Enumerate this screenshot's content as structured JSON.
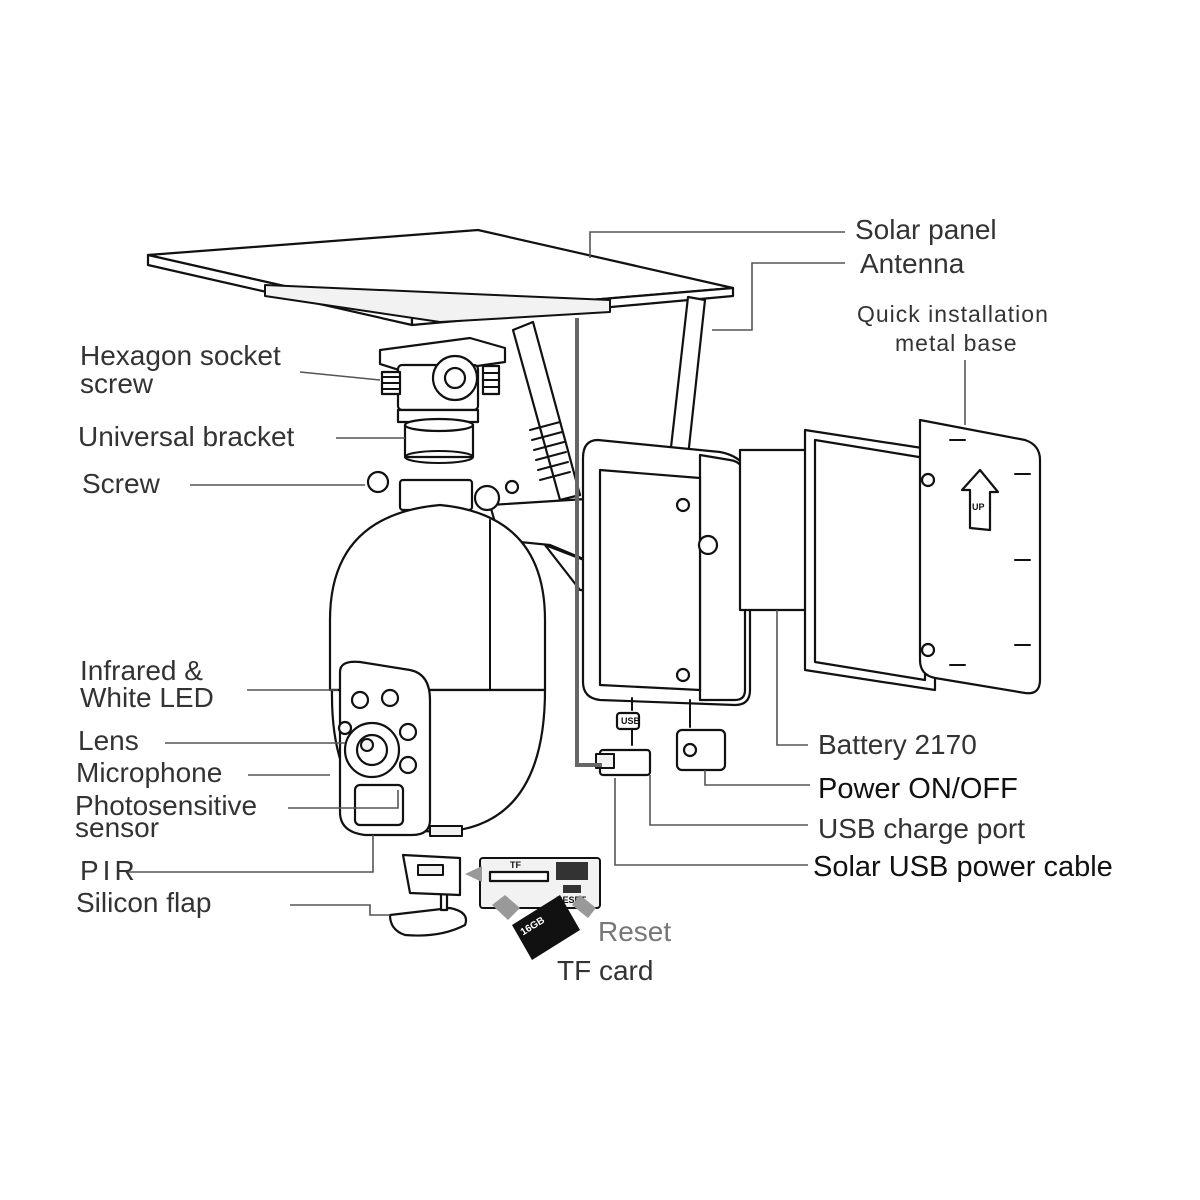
{
  "labels": {
    "solar_panel": "Solar panel",
    "antenna": "Antenna",
    "quick_install_1": "Quick installation",
    "quick_install_2": "metal base",
    "hexagon_1": "Hexagon socket",
    "hexagon_2": "screw",
    "universal_bracket": "Universal bracket",
    "screw": "Screw",
    "infrared_1": "Infrared &",
    "infrared_2": "White LED",
    "lens": "Lens",
    "microphone": "Microphone",
    "photo_1": "Photosensitive",
    "photo_2": "sensor",
    "pir": "PIR",
    "silicon_flap": "Silicon flap",
    "battery": "Battery 2170",
    "power": "Power ON/OFF",
    "usb_port": "USB charge port",
    "solar_cable": "Solar USB power cable",
    "reset": "Reset",
    "tf_card": "TF card"
  },
  "markings": {
    "up": "UP",
    "tf_slot": "TF",
    "reset_slot": "RESET",
    "card_capacity": "16GB",
    "usb": "USB"
  }
}
